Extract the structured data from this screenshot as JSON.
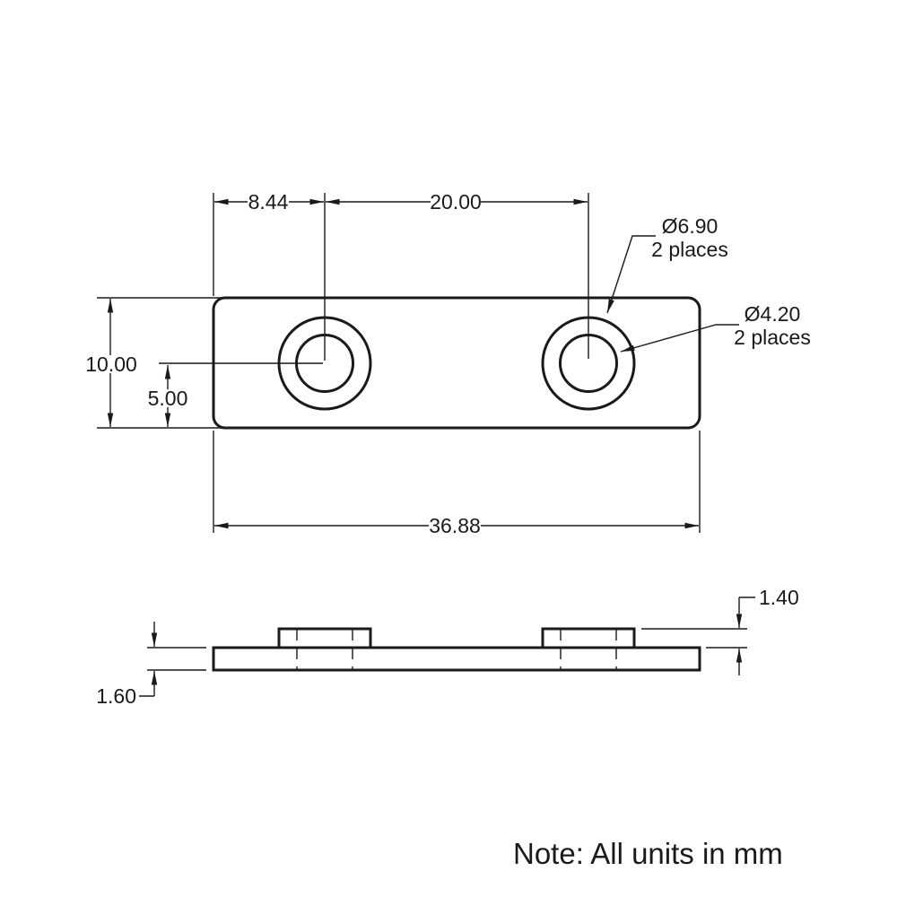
{
  "units_note": "Note: All units in mm",
  "colors": {
    "line": "#1a1a1a",
    "background": "#ffffff"
  },
  "top_view": {
    "dim_hole1_offset": "8.44",
    "dim_hole_spacing": "20.00",
    "dim_plate_height": "10.00",
    "dim_hole_center_from_bottom": "5.00",
    "dim_plate_width": "36.88",
    "callout_boss": {
      "value": "Ø6.90",
      "count": "2 places"
    },
    "callout_bore": {
      "value": "Ø4.20",
      "count": "2 places"
    }
  },
  "side_view": {
    "dim_boss_height": "1.40",
    "dim_plate_thickness": "1.60"
  }
}
